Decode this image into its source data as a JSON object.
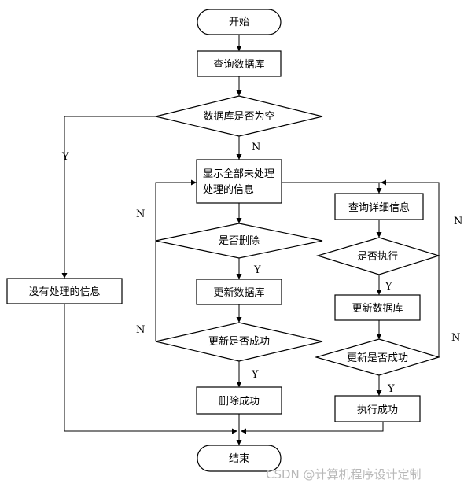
{
  "nodes": {
    "start": "开始",
    "query_db": "查询数据库",
    "db_empty": "数据库是否为空",
    "no_pending": "没有处理的信息",
    "show_all_line1": "显示全部未处理",
    "show_all_line2": "处理的信息",
    "is_delete": "是否删除",
    "update_db_left": "更新数据库",
    "update_ok_left": "更新是否成功",
    "delete_success": "删除成功",
    "query_detail": "查询详细信息",
    "is_execute": "是否执行",
    "update_db_right": "更新数据库",
    "update_ok_right": "更新是否成功",
    "execute_success": "执行成功",
    "end": "结束"
  },
  "edge_labels": {
    "db_empty_yes": "Y",
    "db_empty_no": "N",
    "is_delete_no": "N",
    "is_delete_yes": "Y",
    "update_left_no": "N",
    "update_left_yes": "Y",
    "is_execute_no": "N",
    "is_execute_yes": "Y",
    "update_right_no": "N",
    "update_right_yes": "Y"
  },
  "watermark": "CSDN @计算机程序设计定制"
}
